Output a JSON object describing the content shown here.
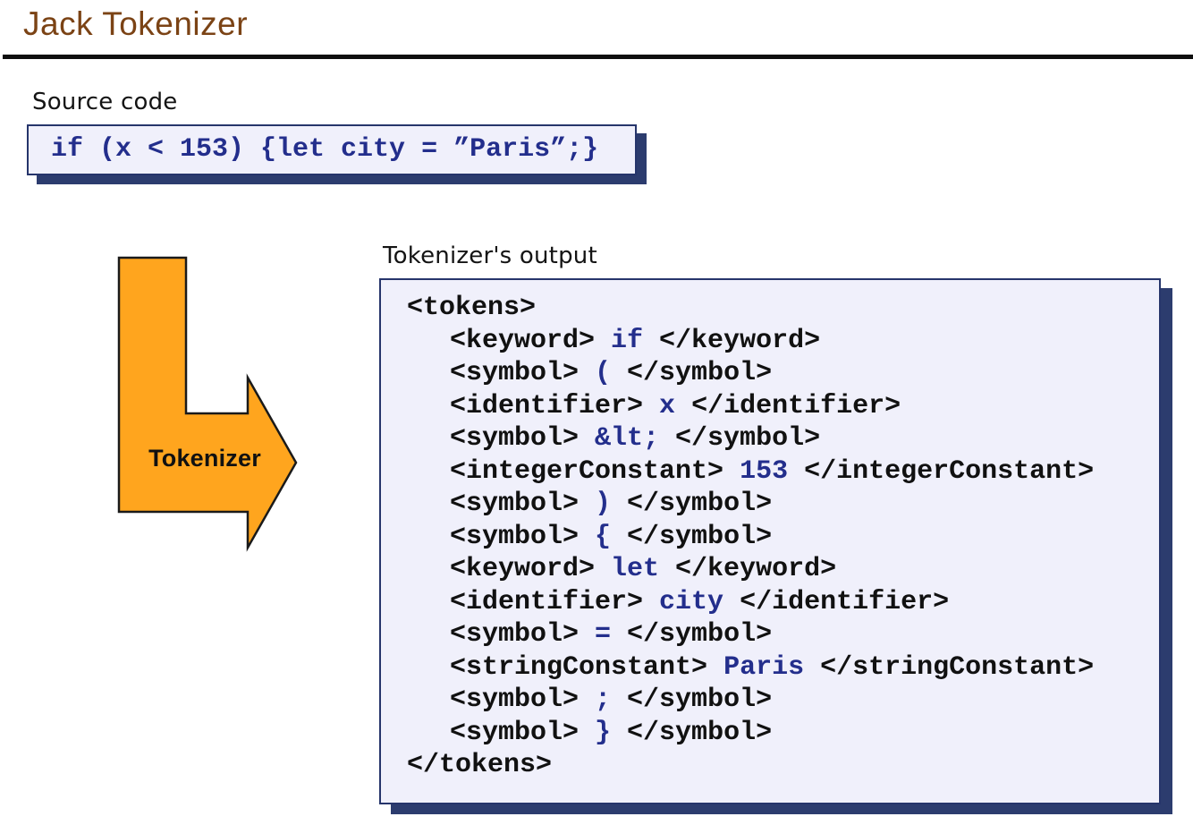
{
  "title": "Jack Tokenizer",
  "source": {
    "label": "Source code",
    "code": "if (x < 153) {let city = ”Paris”;}"
  },
  "arrow": {
    "label": "Tokenizer"
  },
  "output": {
    "label": "Tokenizer's output",
    "root_open": "<tokens>",
    "root_close": "</tokens>",
    "tokens": [
      {
        "tag": "keyword",
        "value": "if"
      },
      {
        "tag": "symbol",
        "value": "("
      },
      {
        "tag": "identifier",
        "value": "x"
      },
      {
        "tag": "symbol",
        "value": "&lt;"
      },
      {
        "tag": "integerConstant",
        "value": "153"
      },
      {
        "tag": "symbol",
        "value": ")"
      },
      {
        "tag": "symbol",
        "value": "{"
      },
      {
        "tag": "keyword",
        "value": "let"
      },
      {
        "tag": "identifier",
        "value": "city"
      },
      {
        "tag": "symbol",
        "value": "="
      },
      {
        "tag": "stringConstant",
        "value": "Paris"
      },
      {
        "tag": "symbol",
        "value": ";"
      },
      {
        "tag": "symbol",
        "value": "}"
      }
    ]
  },
  "colors": {
    "title_brown": "#7b4315",
    "box_fill": "#f0f0fb",
    "box_border": "#26356b",
    "box_shadow": "#2c3c6e",
    "code_blue": "#232e8c",
    "tag_black": "#111111",
    "arrow_orange": "#ffa51e"
  }
}
